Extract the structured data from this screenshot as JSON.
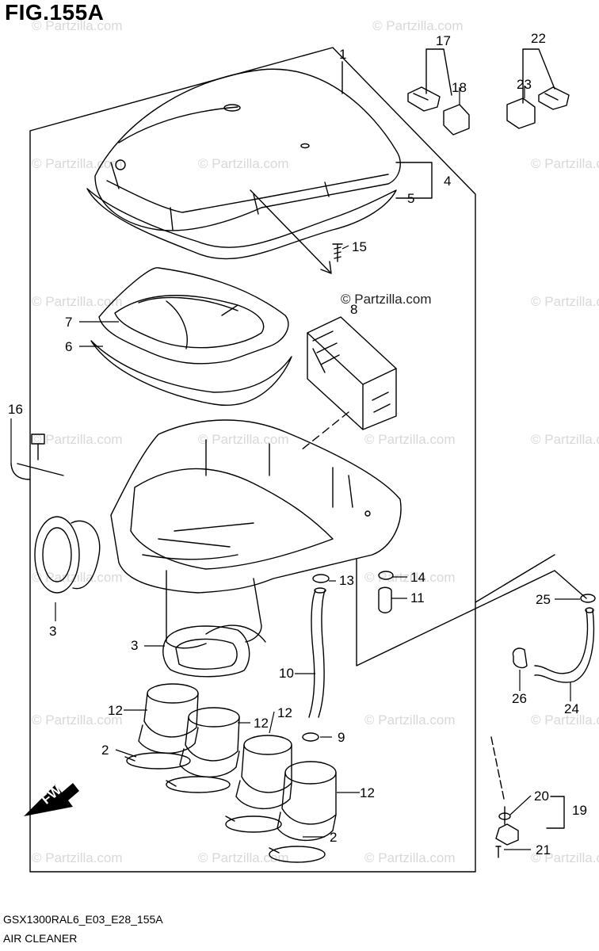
{
  "figure": {
    "title": "FIG.155A",
    "code": "GSX1300RAL6_E03_E28_155A",
    "name": "AIR CLEANER"
  },
  "watermark": "© Partzilla.com",
  "fwd_label": "FWD",
  "callouts": [
    "1",
    "2",
    "2",
    "3",
    "3",
    "4",
    "5",
    "6",
    "7",
    "8",
    "9",
    "10",
    "11",
    "12",
    "12",
    "12",
    "12",
    "13",
    "14",
    "15",
    "16",
    "17",
    "18",
    "19",
    "20",
    "21",
    "22",
    "23",
    "24",
    "25",
    "26"
  ],
  "style": {
    "line": "#000000",
    "watermark": "#d8d8d8",
    "background": "#ffffff"
  }
}
